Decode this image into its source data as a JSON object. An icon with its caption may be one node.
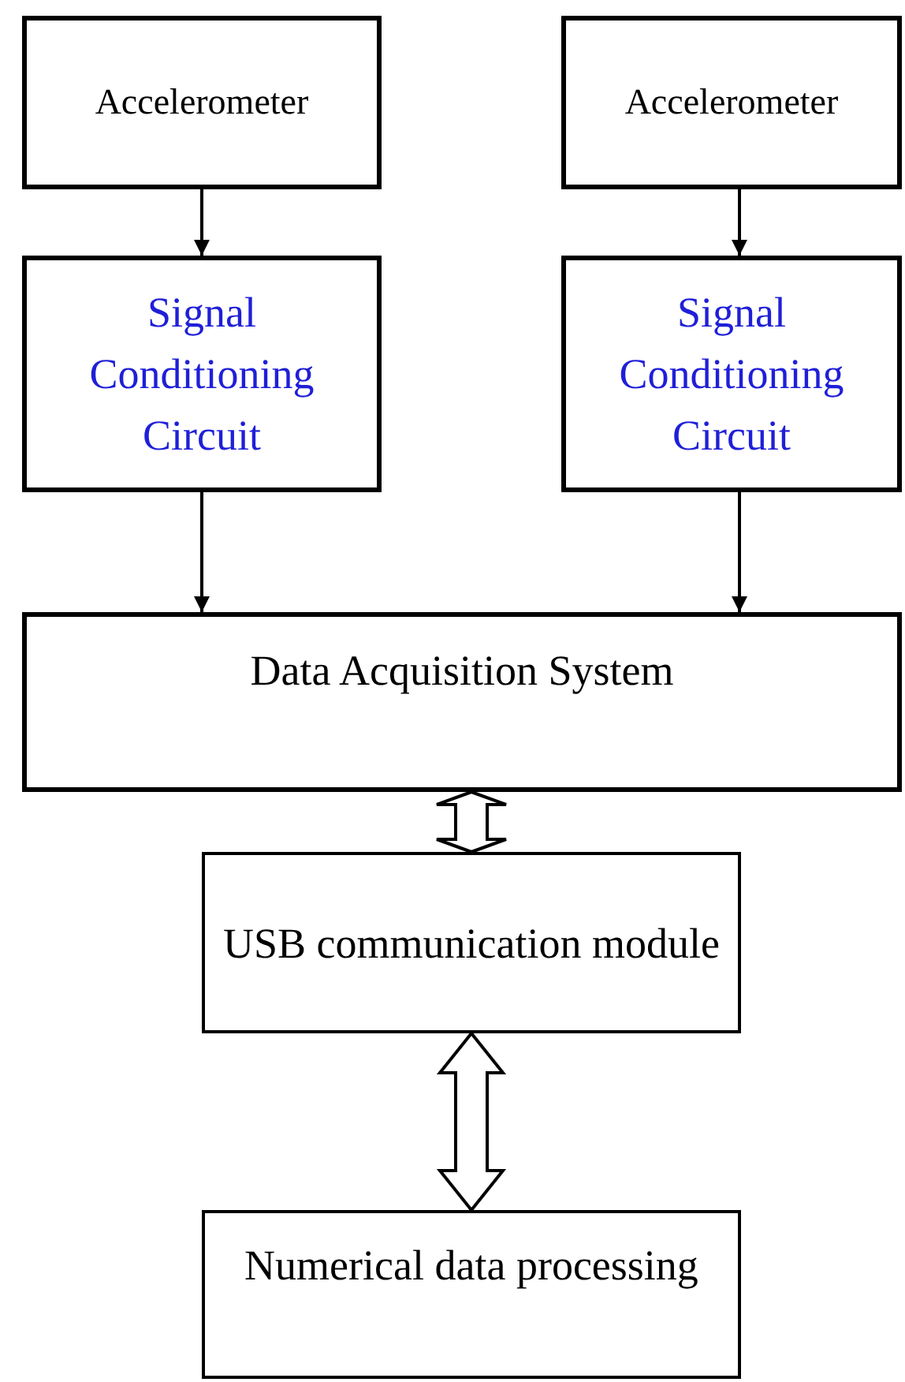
{
  "diagram": {
    "nodes": [
      {
        "text": [
          "Accelerometer"
        ]
      },
      {
        "text": [
          "Accelerometer"
        ]
      },
      {
        "text": [
          "Signal Conditioning Circuit"
        ]
      },
      {
        "text": [
          "Signal Conditioning Circuit"
        ]
      },
      {
        "text": [
          "Data Acquisition System"
        ]
      },
      {
        "text": [
          "USB communication module"
        ]
      },
      {
        "text": [
          "Numerical data processing"
        ]
      }
    ],
    "edges": [
      {
        "from": 0,
        "to": 2,
        "arrow": "to"
      },
      {
        "from": 1,
        "to": 3,
        "arrow": "to"
      },
      {
        "from": 2,
        "to": 4,
        "arrow": "to"
      },
      {
        "from": 3,
        "to": 4,
        "arrow": "to"
      },
      {
        "from": 4,
        "to": 5,
        "arrow": "both",
        "style": "thick"
      },
      {
        "from": 5,
        "to": 6,
        "arrow": "both",
        "style": "thick"
      }
    ]
  }
}
